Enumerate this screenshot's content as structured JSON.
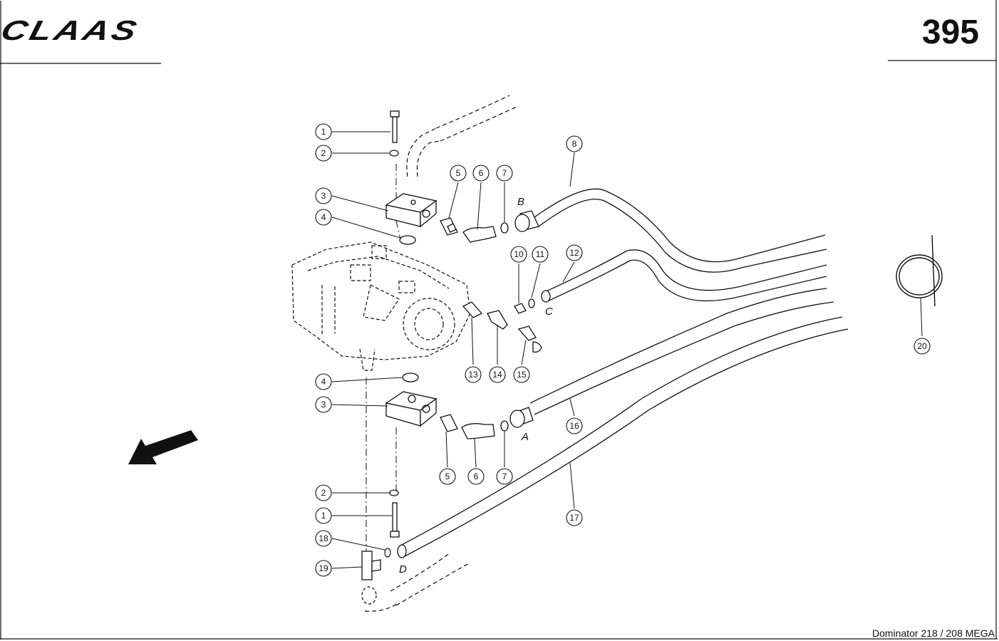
{
  "header": {
    "brand": "CLAAS",
    "page_number": "395"
  },
  "footer": {
    "model": "Dominator 218 / 208 MEGA"
  },
  "callouts": [
    "1",
    "2",
    "3",
    "4",
    "5",
    "6",
    "7",
    "8",
    "10",
    "11",
    "12",
    "13",
    "14",
    "15",
    "4",
    "3",
    "16",
    "5",
    "6",
    "7",
    "17",
    "2",
    "1",
    "18",
    "19",
    "20"
  ],
  "port_labels": [
    "B",
    "C",
    "A",
    "D"
  ],
  "icons": {
    "direction": "direction-arrow-icon",
    "cable_tie": "cable-tie-icon"
  }
}
